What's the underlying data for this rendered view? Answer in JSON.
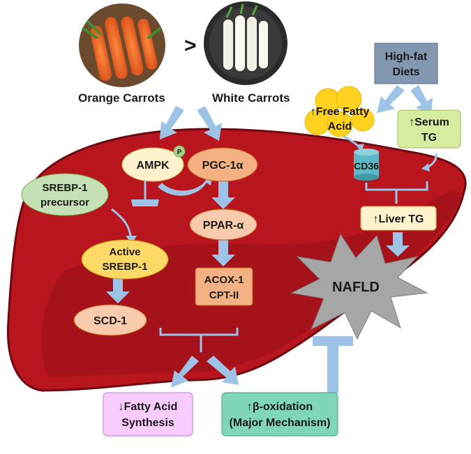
{
  "carrots": {
    "orange_label": "Orange Carrots",
    "white_label": "White Carrots",
    "comparison": ">"
  },
  "nodes": {
    "high_fat_line1": "High-fat",
    "high_fat_line2": "Diets",
    "ffa_line1": "↑Free Fatty",
    "ffa_line2": "Acid",
    "serum_tg_line1": "↑Serum",
    "serum_tg_line2": "TG",
    "cd36": "CD36",
    "liver_tg": "↑Liver TG",
    "nafld": "NAFLD",
    "ampk": "AMPK",
    "ampk_p": "P",
    "pgc1a": "PGC-1α",
    "srebp_precursor_line1": "SREBP-1",
    "srebp_precursor_line2": "precursor",
    "active_srebp_line1": "Active",
    "active_srebp_line2": "SREBP-1",
    "ppara": "PPAR-α",
    "acox_line1": "ACOX-1",
    "acox_line2": "CPT-II",
    "scd1": "SCD-1",
    "fa_synth_line1": "↓Fatty Acid",
    "fa_synth_line2": "Synthesis",
    "beta_ox_line1": "↑β-oxidation",
    "beta_ox_line2": "(Major Mechanism)"
  },
  "colors": {
    "liver": "#b8151e",
    "liver_dark": "#8e0f16",
    "arrow": "#9dc3e6",
    "high_fat": "#8497b0",
    "ffa": "#ffd21f",
    "serum_tg": "#d7eca0",
    "cd36": "#5bb8c4",
    "liver_tg": "#fff2cc",
    "nafld": "#a6a6a6",
    "ampk": "#fff2cc",
    "pgc1a": "#f4b183",
    "srebp_precursor": "#c5e0b4",
    "active_srebp": "#ffd966",
    "ppara": "#f8cbad",
    "acox": "#f4b183",
    "scd1": "#f8cbad",
    "fa_synth": "#f8ccff",
    "beta_ox": "#7fd6b8"
  }
}
